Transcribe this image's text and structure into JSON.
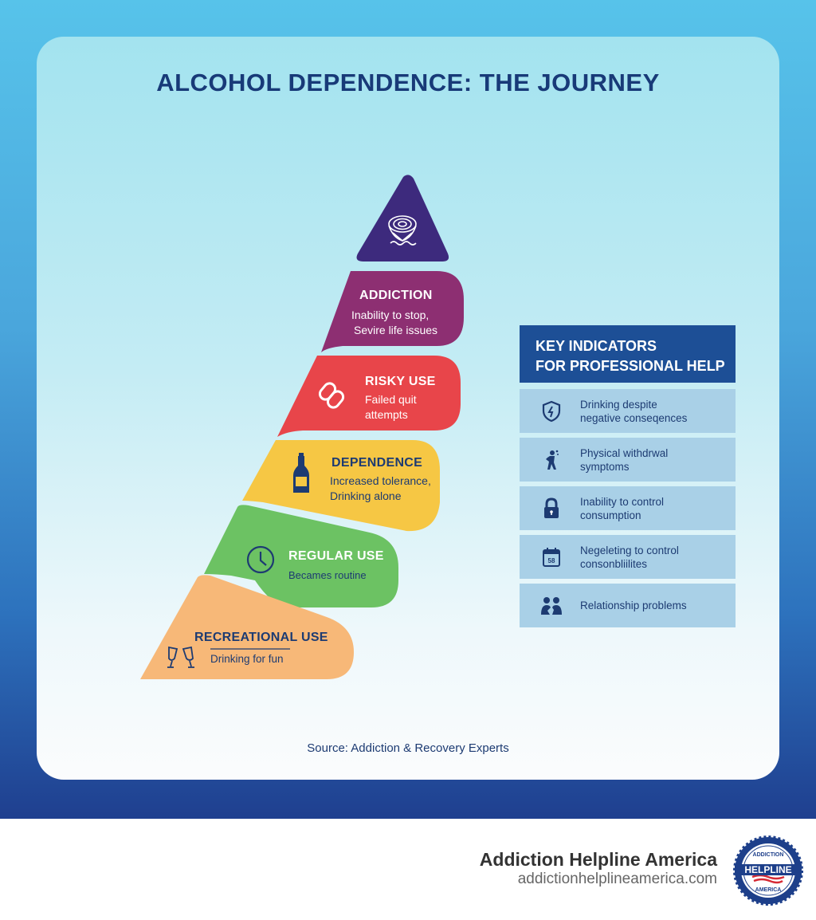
{
  "title": "ALCOHOL DEPENDENCE: THE JOURNEY",
  "colors": {
    "background_top": "#57c3ea",
    "background_bottom": "#1f3f8f",
    "title": "#183a78",
    "peak": "#3d2a7d",
    "addiction": "#8d2f72",
    "risky_use": "#e8454a",
    "dependence": "#f6c744",
    "regular_use": "#6cc263",
    "recreational_use": "#f7b878",
    "indicator_header": "#1d4f96",
    "indicator_item": "#a9d0e7"
  },
  "pyramid": {
    "peak": {
      "icon": "whirlpool-icon"
    },
    "stages": [
      {
        "id": "addiction",
        "title": "ADDICTION",
        "lines": [
          "Inability to stop,",
          "Sevire life issues"
        ],
        "icon": null
      },
      {
        "id": "risky_use",
        "title": "RISKY USE",
        "lines": [
          "Failed quit",
          "attempts"
        ],
        "icon": "broken-chain-icon"
      },
      {
        "id": "dependence",
        "title": "DEPENDENCE",
        "lines": [
          "Increased tolerance,",
          "Drinking alone"
        ],
        "icon": "bottle-icon"
      },
      {
        "id": "regular_use",
        "title": "REGULAR USE",
        "lines": [
          "Becames routine"
        ],
        "icon": "clock-icon"
      },
      {
        "id": "recreational_use",
        "title": "RECREATIONAL USE",
        "lines": [
          "Drinking for fun"
        ],
        "icon": "wine-glasses-icon"
      }
    ]
  },
  "indicators": {
    "header_line1": "KEY INDICATORS",
    "header_line2": "FOR PROFESSIONAL HELP",
    "items": [
      {
        "icon": "shield-lightning-icon",
        "line1": "Drinking despite",
        "line2": "negative conseqences"
      },
      {
        "icon": "withdrawal-person-icon",
        "line1": "Physical withdrwal",
        "line2": "symptoms"
      },
      {
        "icon": "lock-icon",
        "line1": "Inability to control",
        "line2": "consumption"
      },
      {
        "icon": "calendar-icon",
        "line1": "Negeleting to control",
        "line2": "consonbliilites"
      },
      {
        "icon": "people-icon",
        "line1": "Relationship problems",
        "line2": ""
      }
    ]
  },
  "source": "Source: Addiction & Recovery Experts",
  "footer": {
    "brand_name": "Addiction Helpline America",
    "brand_url": "addictionhelplineamerica.com",
    "logo": {
      "top_text": "ADDICTION",
      "band_text": "HELPLINE",
      "bottom_text": "AMERICA"
    }
  }
}
